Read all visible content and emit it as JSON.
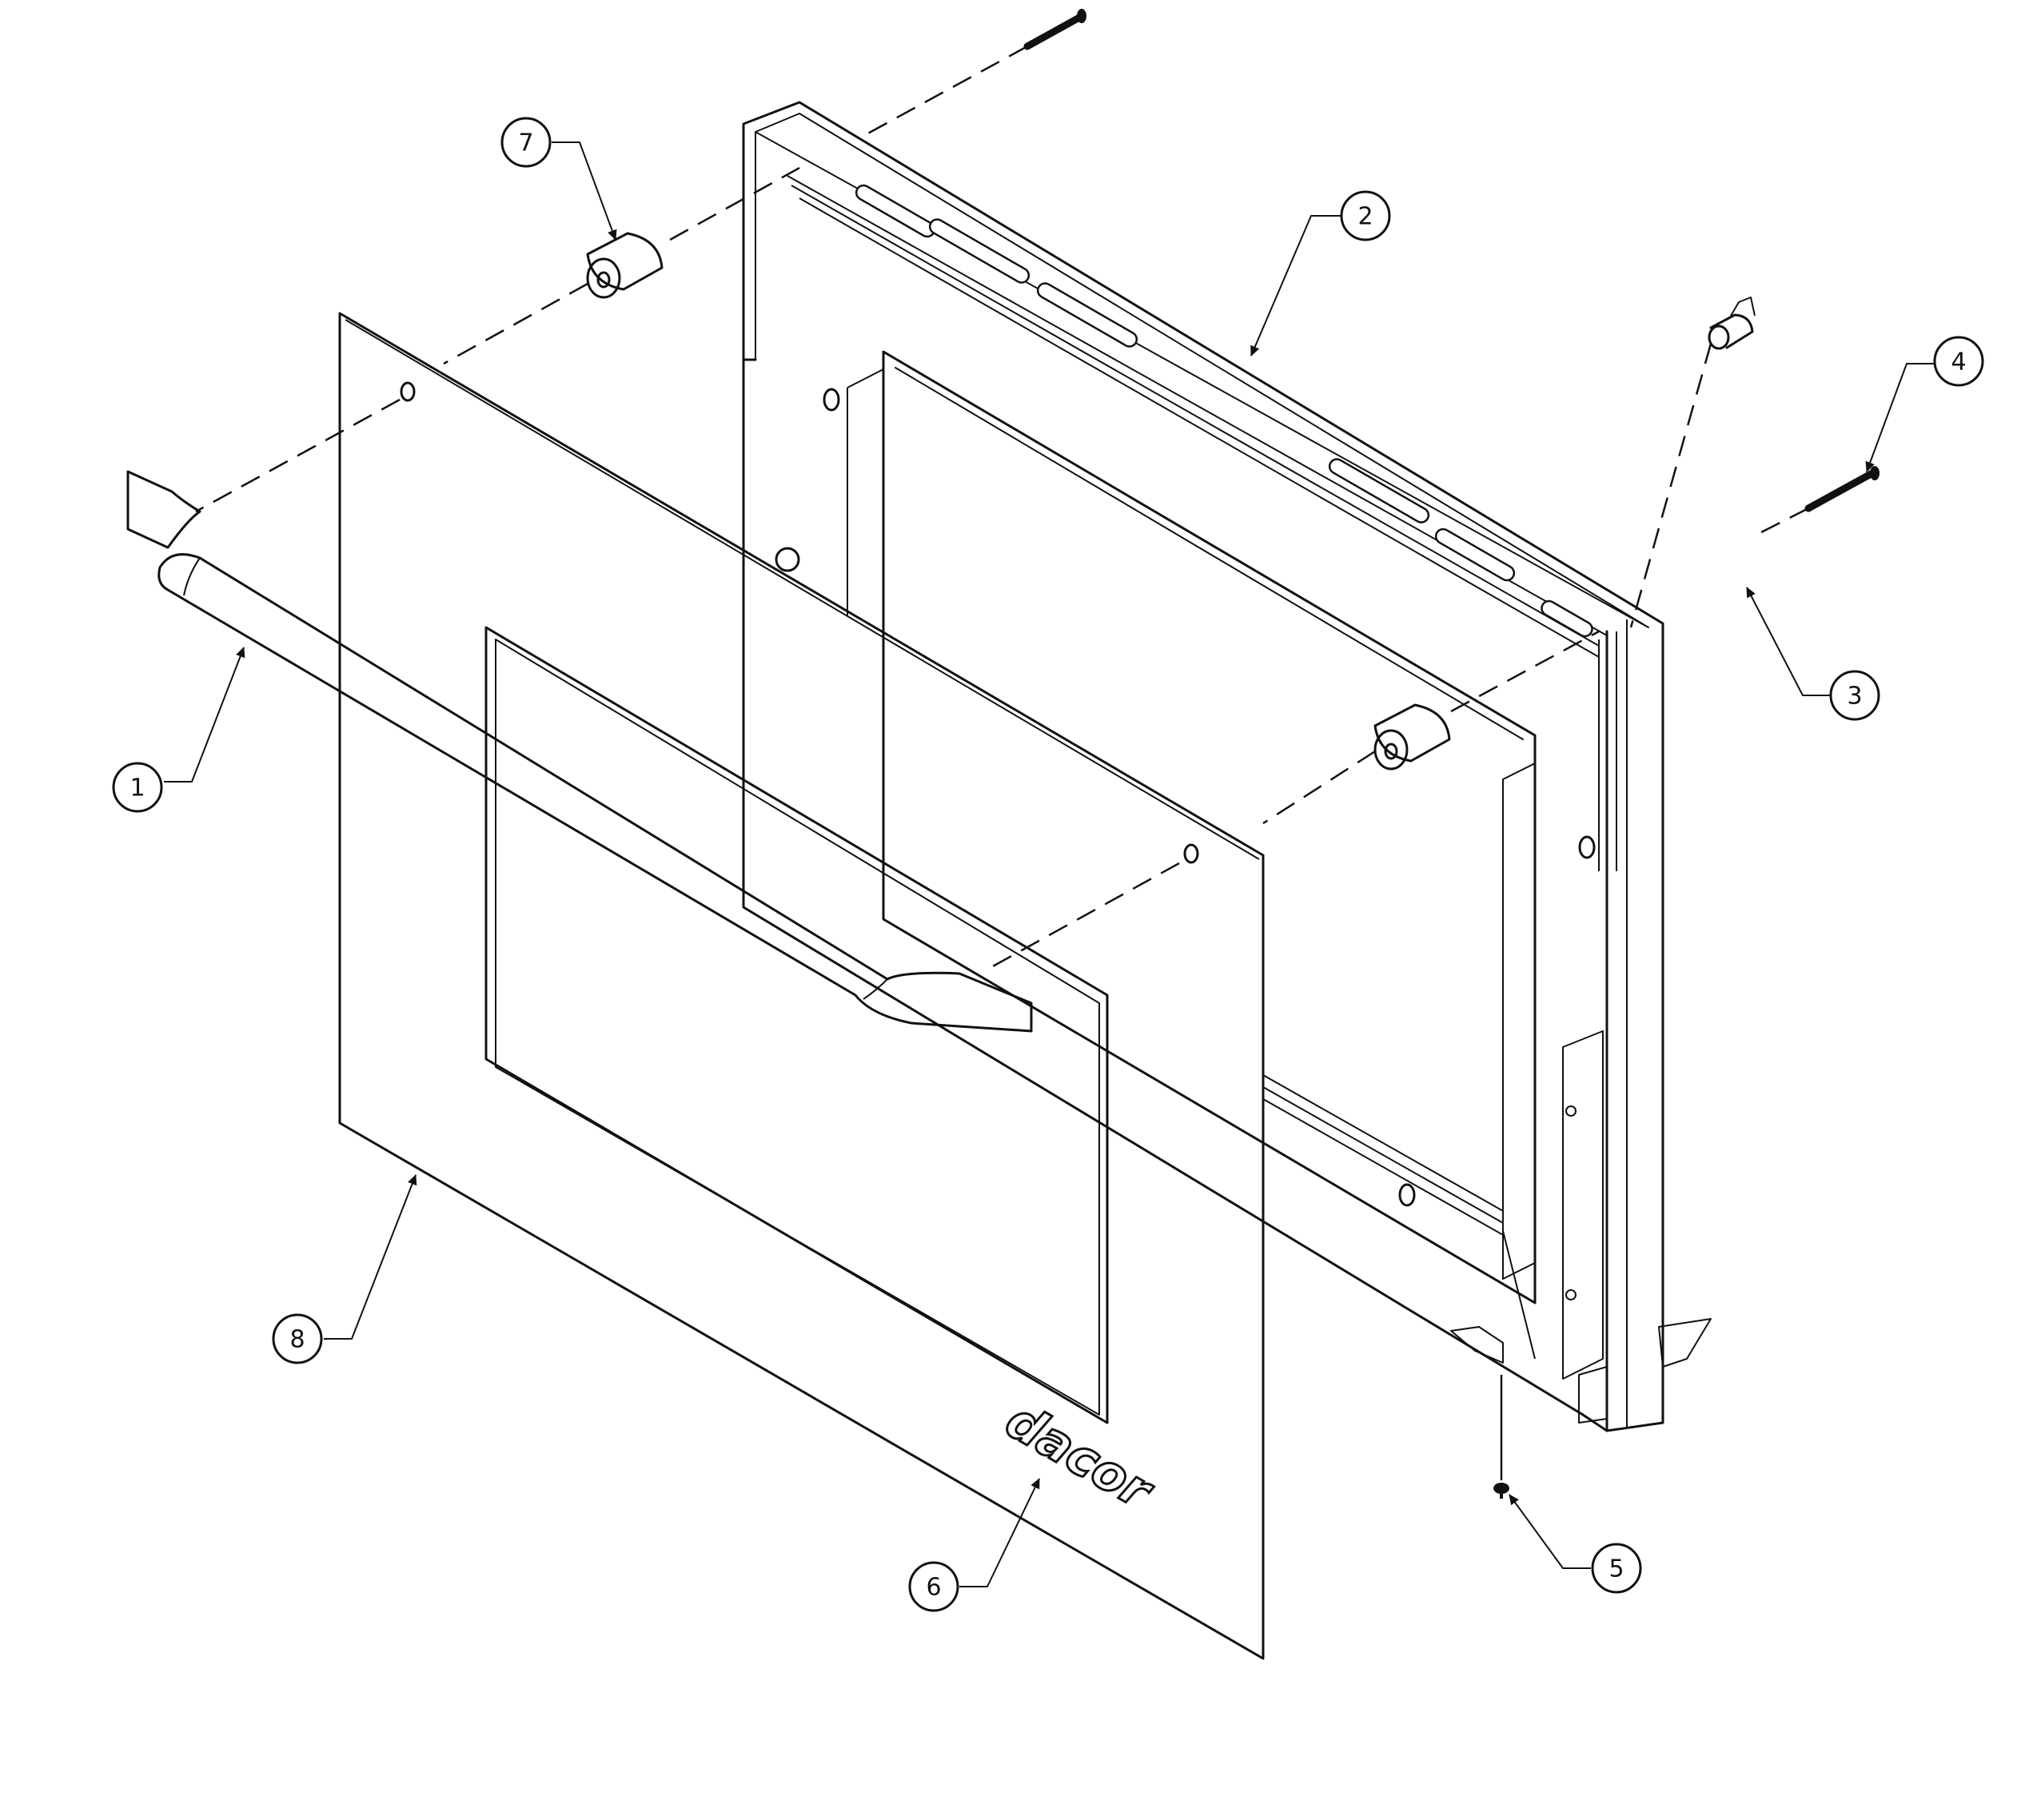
{
  "diagram": {
    "brand_mark": "dacor",
    "callouts": [
      {
        "id": "1",
        "label": "1"
      },
      {
        "id": "2",
        "label": "2"
      },
      {
        "id": "3",
        "label": "3"
      },
      {
        "id": "4",
        "label": "4"
      },
      {
        "id": "5",
        "label": "5"
      },
      {
        "id": "6",
        "label": "6"
      },
      {
        "id": "7",
        "label": "7"
      },
      {
        "id": "8",
        "label": "8"
      }
    ]
  }
}
